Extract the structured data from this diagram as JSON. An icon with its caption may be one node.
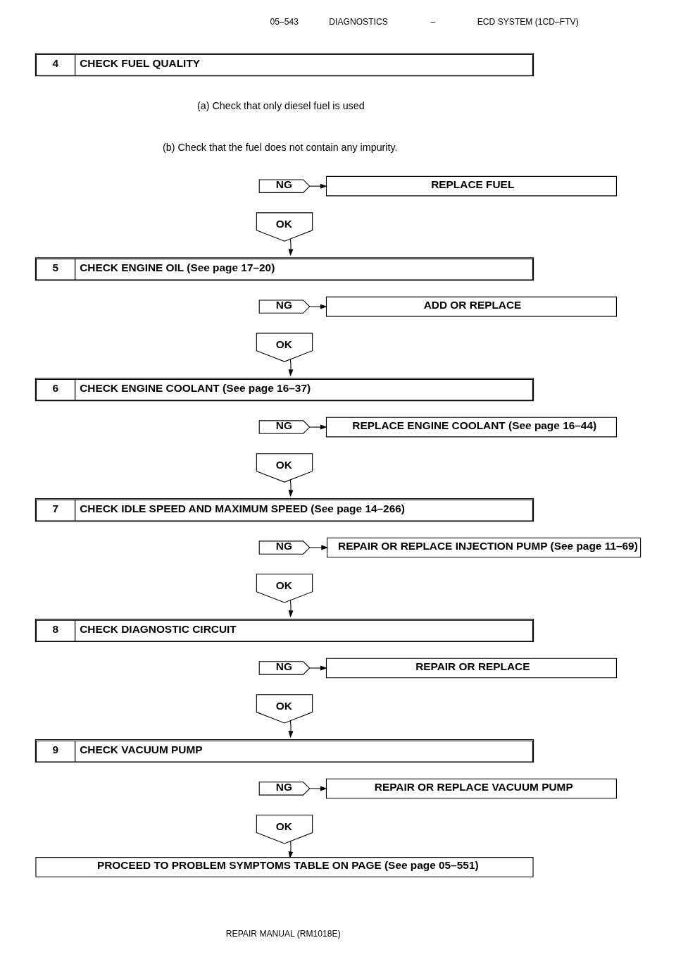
{
  "diagram": {
    "nodes": [
      {
        "text": [
          "4",
          "CHECK FUEL QUALITY"
        ],
        "beside": [
          "(a) Check that only diesel fuel is used",
          "(b) Check that the fuel does not contain any impurity."
        ]
      },
      {
        "text": [
          "NG"
        ]
      },
      {
        "text": [
          "REPLACE FUEL"
        ]
      },
      {
        "text": [
          "OK"
        ]
      },
      {
        "text": [
          "5",
          "CHECK ENGINE OIL (See page 17–20)"
        ]
      },
      {
        "text": [
          "NG"
        ]
      },
      {
        "text": [
          "ADD OR REPLACE"
        ]
      },
      {
        "text": [
          "OK"
        ]
      },
      {
        "text": [
          "6",
          "CHECK ENGINE COOLANT (See page 16–37)"
        ]
      },
      {
        "text": [
          "NG"
        ]
      },
      {
        "text": [
          "REPLACE ENGINE COOLANT (See page 16–44)"
        ]
      },
      {
        "text": [
          "OK"
        ]
      },
      {
        "text": [
          "7",
          "CHECK IDLE SPEED AND MAXIMUM SPEED (See page 14–266)"
        ]
      },
      {
        "text": [
          "NG"
        ]
      },
      {
        "text": [
          "REPAIR OR REPLACE INJECTION PUMP (See page 11–69)"
        ]
      },
      {
        "text": [
          "OK"
        ]
      },
      {
        "text": [
          "8",
          "CHECK DIAGNOSTIC CIRCUIT"
        ]
      },
      {
        "text": [
          "NG"
        ]
      },
      {
        "text": [
          "REPAIR OR REPLACE"
        ]
      },
      {
        "text": [
          "OK"
        ]
      },
      {
        "text": [
          "9",
          "CHECK VACUUM PUMP"
        ]
      },
      {
        "text": [
          "NG"
        ]
      },
      {
        "text": [
          "REPAIR OR REPLACE VACUUM PUMP"
        ]
      },
      {
        "text": [
          "OK"
        ]
      },
      {
        "text": [
          "PROCEED TO PROBLEM SYMPTOMS TABLE ON PAGE (See page 05–551)"
        ]
      }
    ],
    "edges": [
      {
        "from": 1,
        "to": 2,
        "arrow": "to"
      },
      {
        "from": 3,
        "to": 4,
        "arrow": "to"
      },
      {
        "from": 5,
        "to": 6,
        "arrow": "to"
      },
      {
        "from": 7,
        "to": 8,
        "arrow": "to"
      },
      {
        "from": 9,
        "to": 10,
        "arrow": "to"
      },
      {
        "from": 11,
        "to": 12,
        "arrow": "to"
      },
      {
        "from": 13,
        "to": 14,
        "arrow": "to"
      },
      {
        "from": 15,
        "to": 16,
        "arrow": "to"
      },
      {
        "from": 17,
        "to": 18,
        "arrow": "to"
      },
      {
        "from": 19,
        "to": 20,
        "arrow": "to"
      },
      {
        "from": 21,
        "to": 22,
        "arrow": "to"
      },
      {
        "from": 23,
        "to": 24,
        "arrow": "to"
      }
    ],
    "labels": [
      "05–543",
      "DIAGNOSTICS",
      "–",
      "ECD SYSTEM (1CD–FTV)",
      "REPAIR MANUAL (RM1018E)"
    ]
  }
}
